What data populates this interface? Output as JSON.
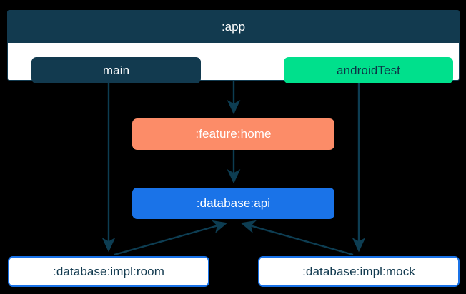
{
  "diagram": {
    "type": "dependency-graph",
    "background": "#000000",
    "edge_color": "#0d3d52",
    "subgraph": {
      "label": ":app",
      "fill": "#ffffff",
      "title_fill": "#123a4f",
      "title_color": "#ffffff",
      "nodes": [
        {
          "id": "main",
          "label": "main",
          "fill": "#123a4f",
          "text_color": "#ffffff"
        },
        {
          "id": "androidTest",
          "label": "androidTest",
          "fill": "#00e08c",
          "text_color": "#0d3345"
        }
      ]
    },
    "nodes": [
      {
        "id": "feature-home",
        "label": ":feature:home",
        "fill": "#fc8c68",
        "text_color": "#ffffff"
      },
      {
        "id": "database-api",
        "label": ":database:api",
        "fill": "#1a73e8",
        "text_color": "#ffffff"
      },
      {
        "id": "database-impl-room",
        "label": ":database:impl:room",
        "fill": "#ffffff",
        "text_color": "#123a4f",
        "border": "#1a73e8"
      },
      {
        "id": "database-impl-mock",
        "label": ":database:impl:mock",
        "fill": "#ffffff",
        "text_color": "#123a4f",
        "border": "#1a73e8"
      }
    ],
    "edges": [
      {
        "from": "main",
        "to": "database-impl-room"
      },
      {
        "from": ":app",
        "to": "feature-home"
      },
      {
        "from": "androidTest",
        "to": "database-impl-mock"
      },
      {
        "from": "feature-home",
        "to": "database-api"
      },
      {
        "from": "database-impl-room",
        "to": "database-api"
      },
      {
        "from": "database-impl-mock",
        "to": "database-api"
      }
    ]
  }
}
